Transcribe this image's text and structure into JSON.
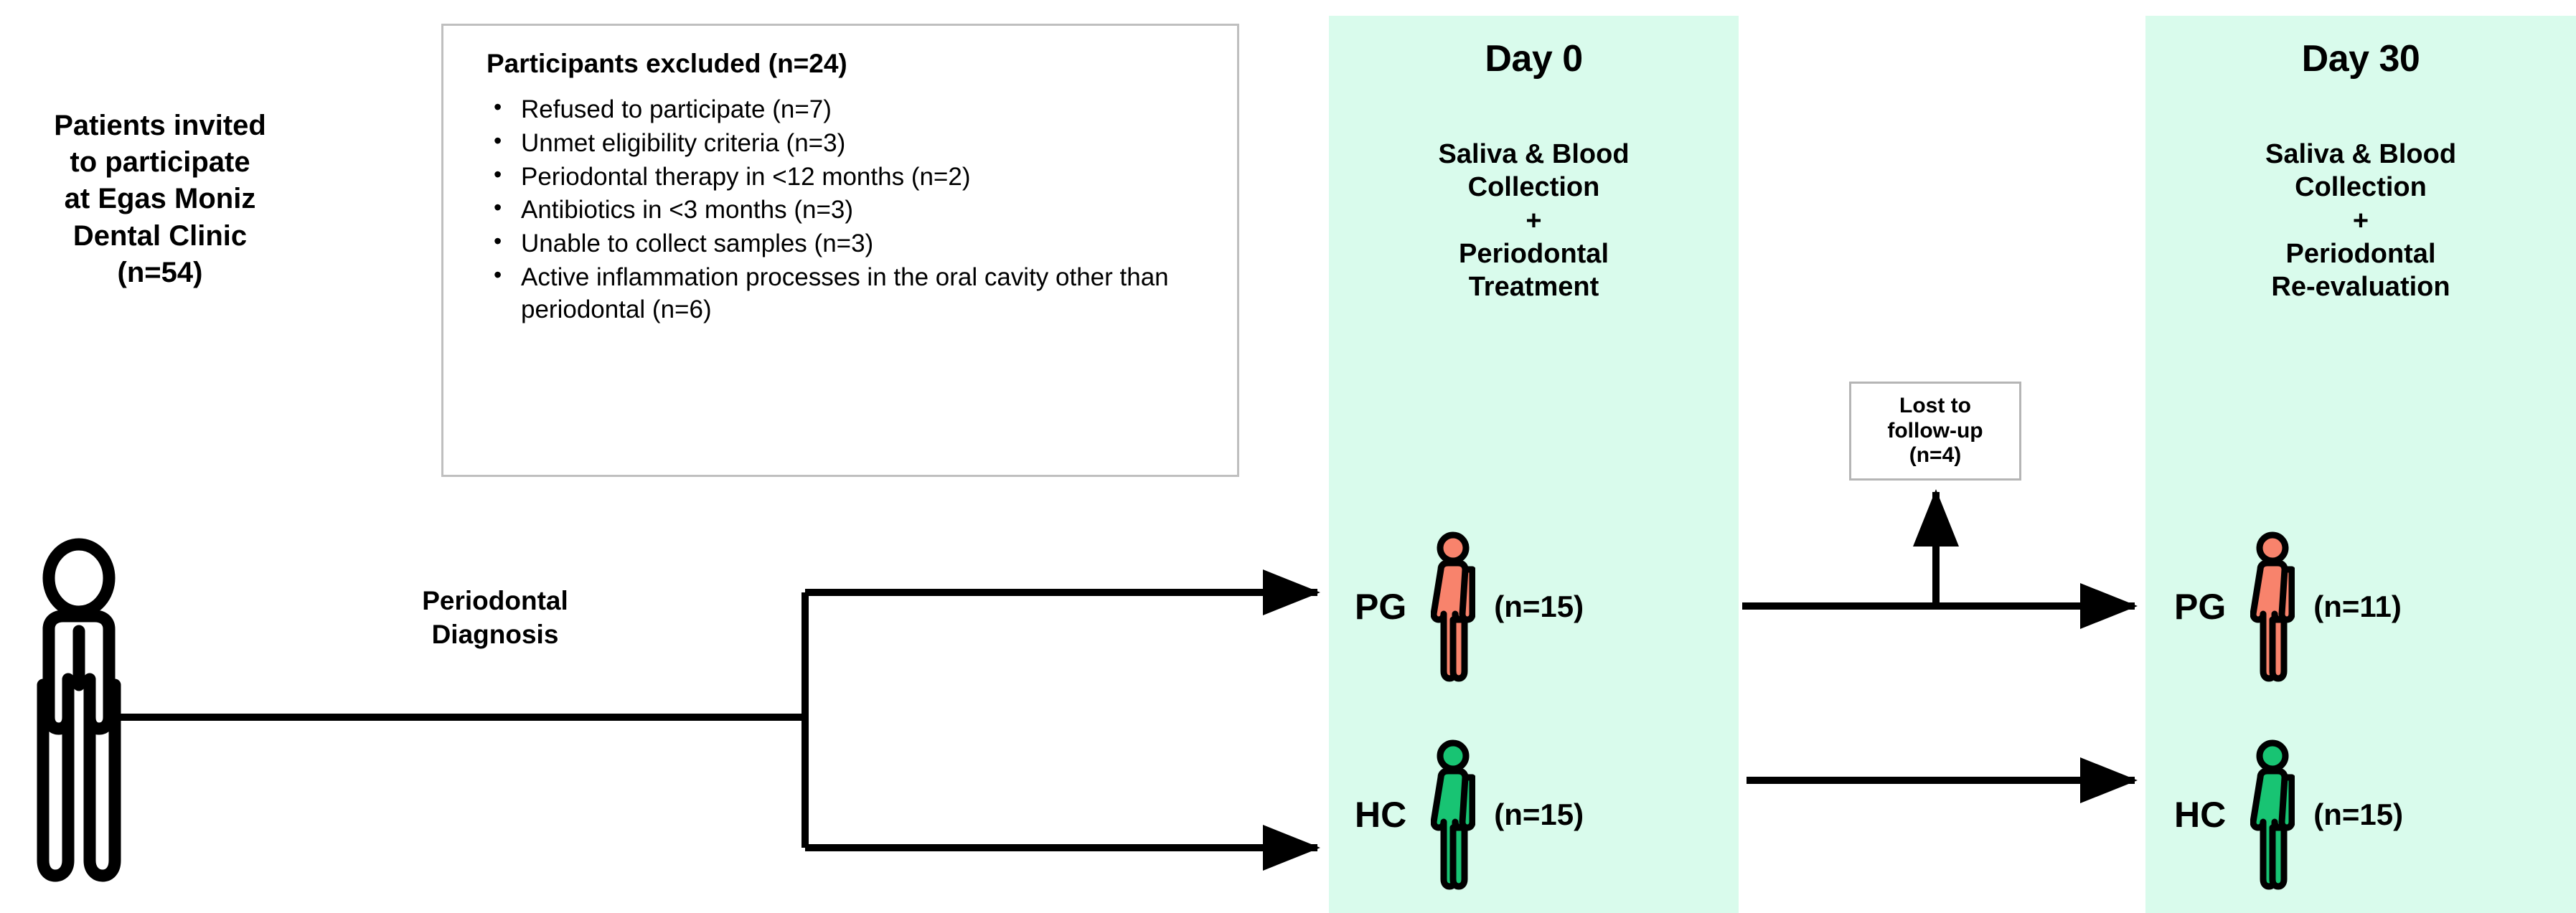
{
  "intake": {
    "title": "Patients invited\nto participate\nat Egas Moniz\nDental Clinic\n(n=54)",
    "figure_icon": "person-outline-icon"
  },
  "diagnosis": {
    "label": "Periodontal\nDiagnosis"
  },
  "exclusion": {
    "title": "Participants excluded (n=24)",
    "items": [
      "Refused to participate (n=7)",
      "Unmet eligibility criteria (n=3)",
      "Periodontal therapy in <12 months (n=2)",
      "Antibiotics in <3 months (n=3)",
      "Unable to collect samples (n=3)",
      "Active inflammation processes in the oral cavity other than periodontal (n=6)"
    ]
  },
  "lost_to_followup": {
    "label": "Lost to\nfollow-up\n(n=4)"
  },
  "timepoints": [
    {
      "id": "day0",
      "title": "Day 0",
      "subtitle": "Saliva & Blood\nCollection\n+\nPeriodontal\nTreatment",
      "groups": [
        {
          "code": "PG",
          "count": "(n=15)",
          "icon": "person-filled-icon",
          "color": "#f8836c"
        },
        {
          "code": "HC",
          "count": "(n=15)",
          "icon": "person-filled-icon",
          "color": "#18c473"
        }
      ]
    },
    {
      "id": "day30",
      "title": "Day 30",
      "subtitle": "Saliva & Blood\nCollection\n+\nPeriodontal\nRe-evaluation",
      "groups": [
        {
          "code": "PG",
          "count": "(n=11)",
          "icon": "person-filled-icon",
          "color": "#f8836c"
        },
        {
          "code": "HC",
          "count": "(n=15)",
          "icon": "person-filled-icon",
          "color": "#18c473"
        }
      ]
    }
  ],
  "colors": {
    "panel_background": "#d9fbec",
    "pg_figure": "#f8836c",
    "hc_figure": "#18c473",
    "outline": "#000000",
    "box_border": "#bfbfbf"
  }
}
